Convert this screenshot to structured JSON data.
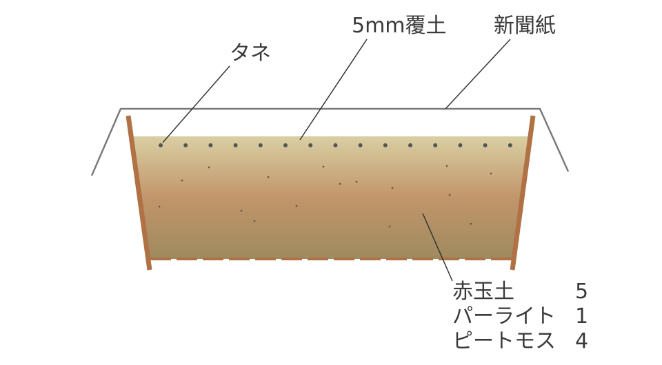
{
  "labels": {
    "seed": "タネ",
    "cover_soil": "5mm覆土",
    "newspaper": "新聞紙"
  },
  "soil_mix": [
    {
      "name": "赤玉土",
      "ratio": "5"
    },
    {
      "name": "パーライト",
      "ratio": "1"
    },
    {
      "name": "ピートモス",
      "ratio": "4"
    }
  ],
  "colors": {
    "wood": "#b07245",
    "soil_top": "#d8cea2",
    "soil_mid": "#c4976c",
    "soil_bottom": "#a08a5e",
    "paper": "#7a7a7a",
    "seed": "#555555",
    "leader": "#333333"
  }
}
